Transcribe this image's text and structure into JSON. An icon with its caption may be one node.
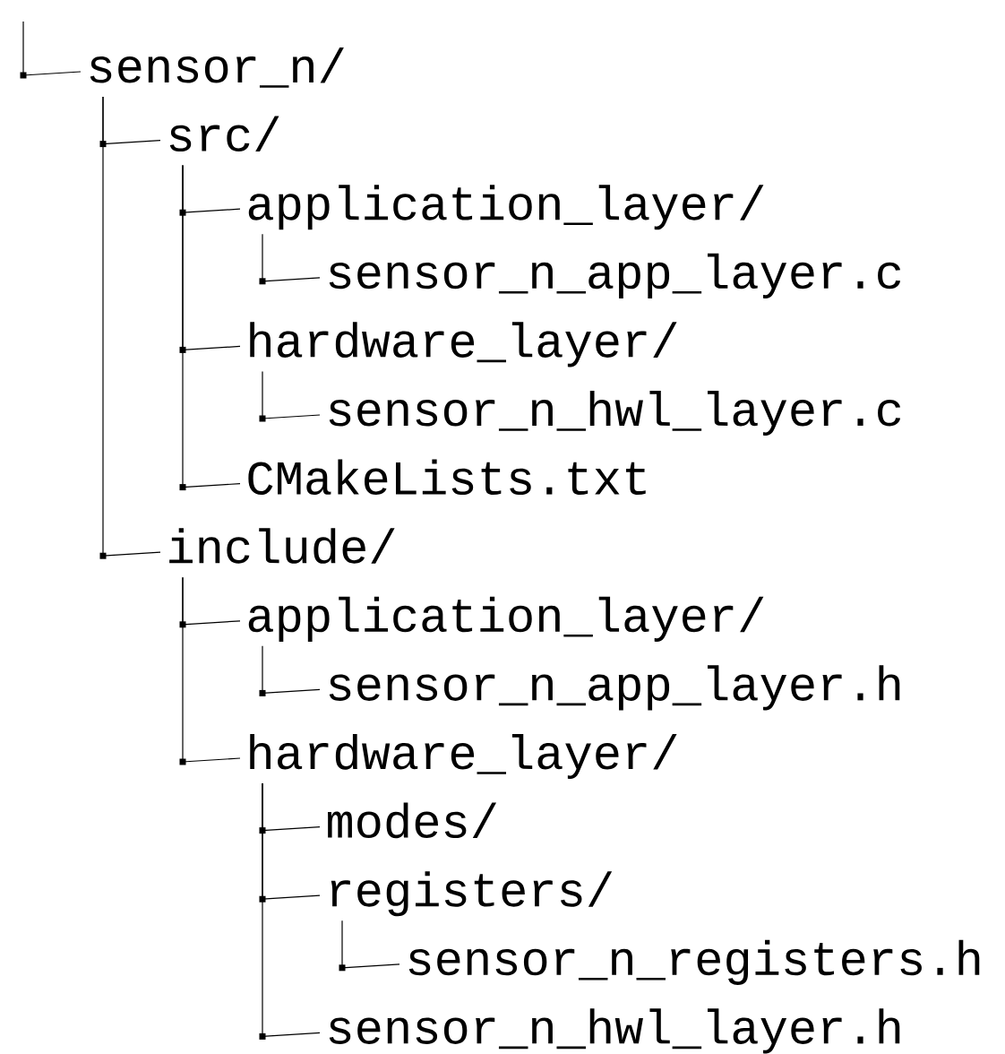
{
  "diagram": {
    "nodes": [
      {
        "text": [
          "sensor_n/"
        ]
      },
      {
        "text": [
          "src/"
        ]
      },
      {
        "text": [
          "application_layer/"
        ]
      },
      {
        "text": [
          "sensor_n_app_layer.c"
        ]
      },
      {
        "text": [
          "hardware_layer/"
        ]
      },
      {
        "text": [
          "sensor_n_hwl_layer.c"
        ]
      },
      {
        "text": [
          "CMakeLists.txt"
        ]
      },
      {
        "text": [
          "include/"
        ]
      },
      {
        "text": [
          "application_layer/"
        ]
      },
      {
        "text": [
          "sensor_n_app_layer.h"
        ]
      },
      {
        "text": [
          "hardware_layer/"
        ]
      },
      {
        "text": [
          "modes/"
        ]
      },
      {
        "text": [
          "registers/"
        ]
      },
      {
        "text": [
          "sensor_n_registers.h"
        ]
      },
      {
        "text": [
          "sensor_n_hwl_layer.h"
        ]
      }
    ],
    "edges": [
      {
        "from": null,
        "to": 0,
        "arrow": "none"
      },
      {
        "from": 0,
        "to": 1,
        "arrow": "none"
      },
      {
        "from": 1,
        "to": 2,
        "arrow": "none"
      },
      {
        "from": 2,
        "to": 3,
        "arrow": "none"
      },
      {
        "from": 1,
        "to": 4,
        "arrow": "none"
      },
      {
        "from": 4,
        "to": 5,
        "arrow": "none"
      },
      {
        "from": 1,
        "to": 6,
        "arrow": "none"
      },
      {
        "from": 0,
        "to": 7,
        "arrow": "none"
      },
      {
        "from": 7,
        "to": 8,
        "arrow": "none"
      },
      {
        "from": 8,
        "to": 9,
        "arrow": "none"
      },
      {
        "from": 7,
        "to": 10,
        "arrow": "none"
      },
      {
        "from": 10,
        "to": 11,
        "arrow": "none"
      },
      {
        "from": 10,
        "to": 12,
        "arrow": "none"
      },
      {
        "from": 12,
        "to": 13,
        "arrow": "none"
      },
      {
        "from": 10,
        "to": 14,
        "arrow": "none"
      }
    ]
  }
}
